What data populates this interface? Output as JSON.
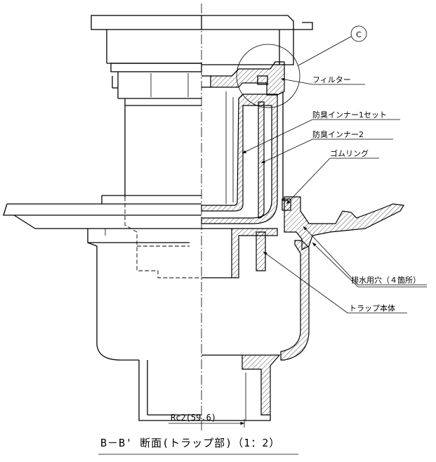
{
  "callout_c": "C",
  "labels": {
    "filter": "フィルター",
    "trap_inner_1": "防臭インナー1セット",
    "trap_inner_2": "防臭インナー2",
    "rubber_ring": "ゴムリング",
    "drain_holes": "排水用穴（４箇所）",
    "trap_body": "トラップ本体"
  },
  "dimension": "Rc2(59.6)",
  "caption": "B－B' 断面(トラップ部)（1：2）"
}
